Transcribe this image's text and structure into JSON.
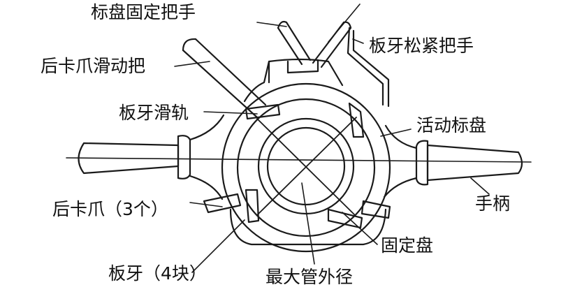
{
  "colors": {
    "ink": "#1a1a1a",
    "background": "#ffffff"
  },
  "labels": {
    "dial_fix_handle": "标盘固定把手",
    "rear_jaw_slide_handle": "后卡爪滑动把",
    "die_loosen_tighten_handle": "板牙松紧把手",
    "die_slide_rail": "板牙滑轨",
    "movable_dial": "活动标盘",
    "handle_bar": "手柄",
    "rear_jaws": "后卡爪（3个）",
    "fixed_plate": "固定盘",
    "dies": "板牙（4块）",
    "max_pipe_od": "最大管外径"
  }
}
